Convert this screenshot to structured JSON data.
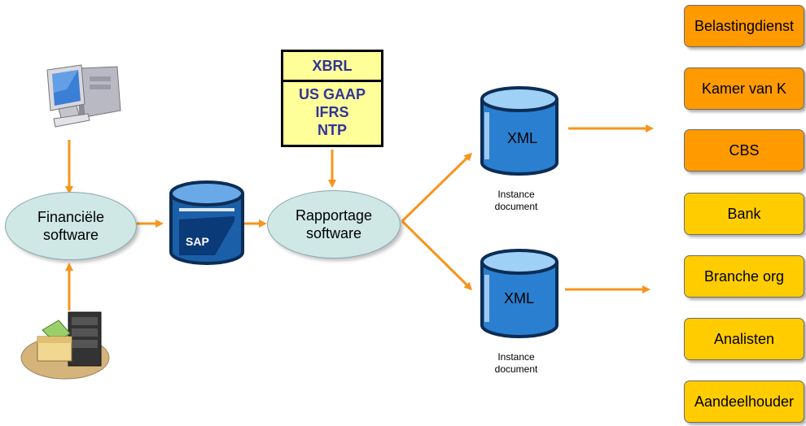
{
  "xbrl_box": {
    "header": "XBRL",
    "lines": [
      "US GAAP",
      "IFRS",
      "NTP"
    ]
  },
  "nodes": {
    "financial": [
      "Financiële",
      "software"
    ],
    "reporting": [
      "Rapportage",
      "software"
    ],
    "sap_logo": "SAP"
  },
  "instances": [
    {
      "label": "XML",
      "caption": [
        "Instance",
        "document"
      ]
    },
    {
      "label": "XML",
      "caption": [
        "Instance",
        "document"
      ]
    }
  ],
  "recipients": [
    {
      "label": "Belastingdienst",
      "color": "#ff9a00"
    },
    {
      "label": "Kamer van K",
      "color": "#ff9a00"
    },
    {
      "label": "CBS",
      "color": "#ff9a00"
    },
    {
      "label": "Bank",
      "color": "#ffcc00"
    },
    {
      "label": "Branche org",
      "color": "#ffcc00"
    },
    {
      "label": "Analisten",
      "color": "#ffcc00"
    },
    {
      "label": "Aandeelhouder",
      "color": "#ffcc00"
    }
  ],
  "colors": {
    "arrow": "#f7941d",
    "ellipse_fill": "#cfe8e6",
    "xbrl_text": "#333399",
    "cylinder": "#1a5fa8"
  }
}
